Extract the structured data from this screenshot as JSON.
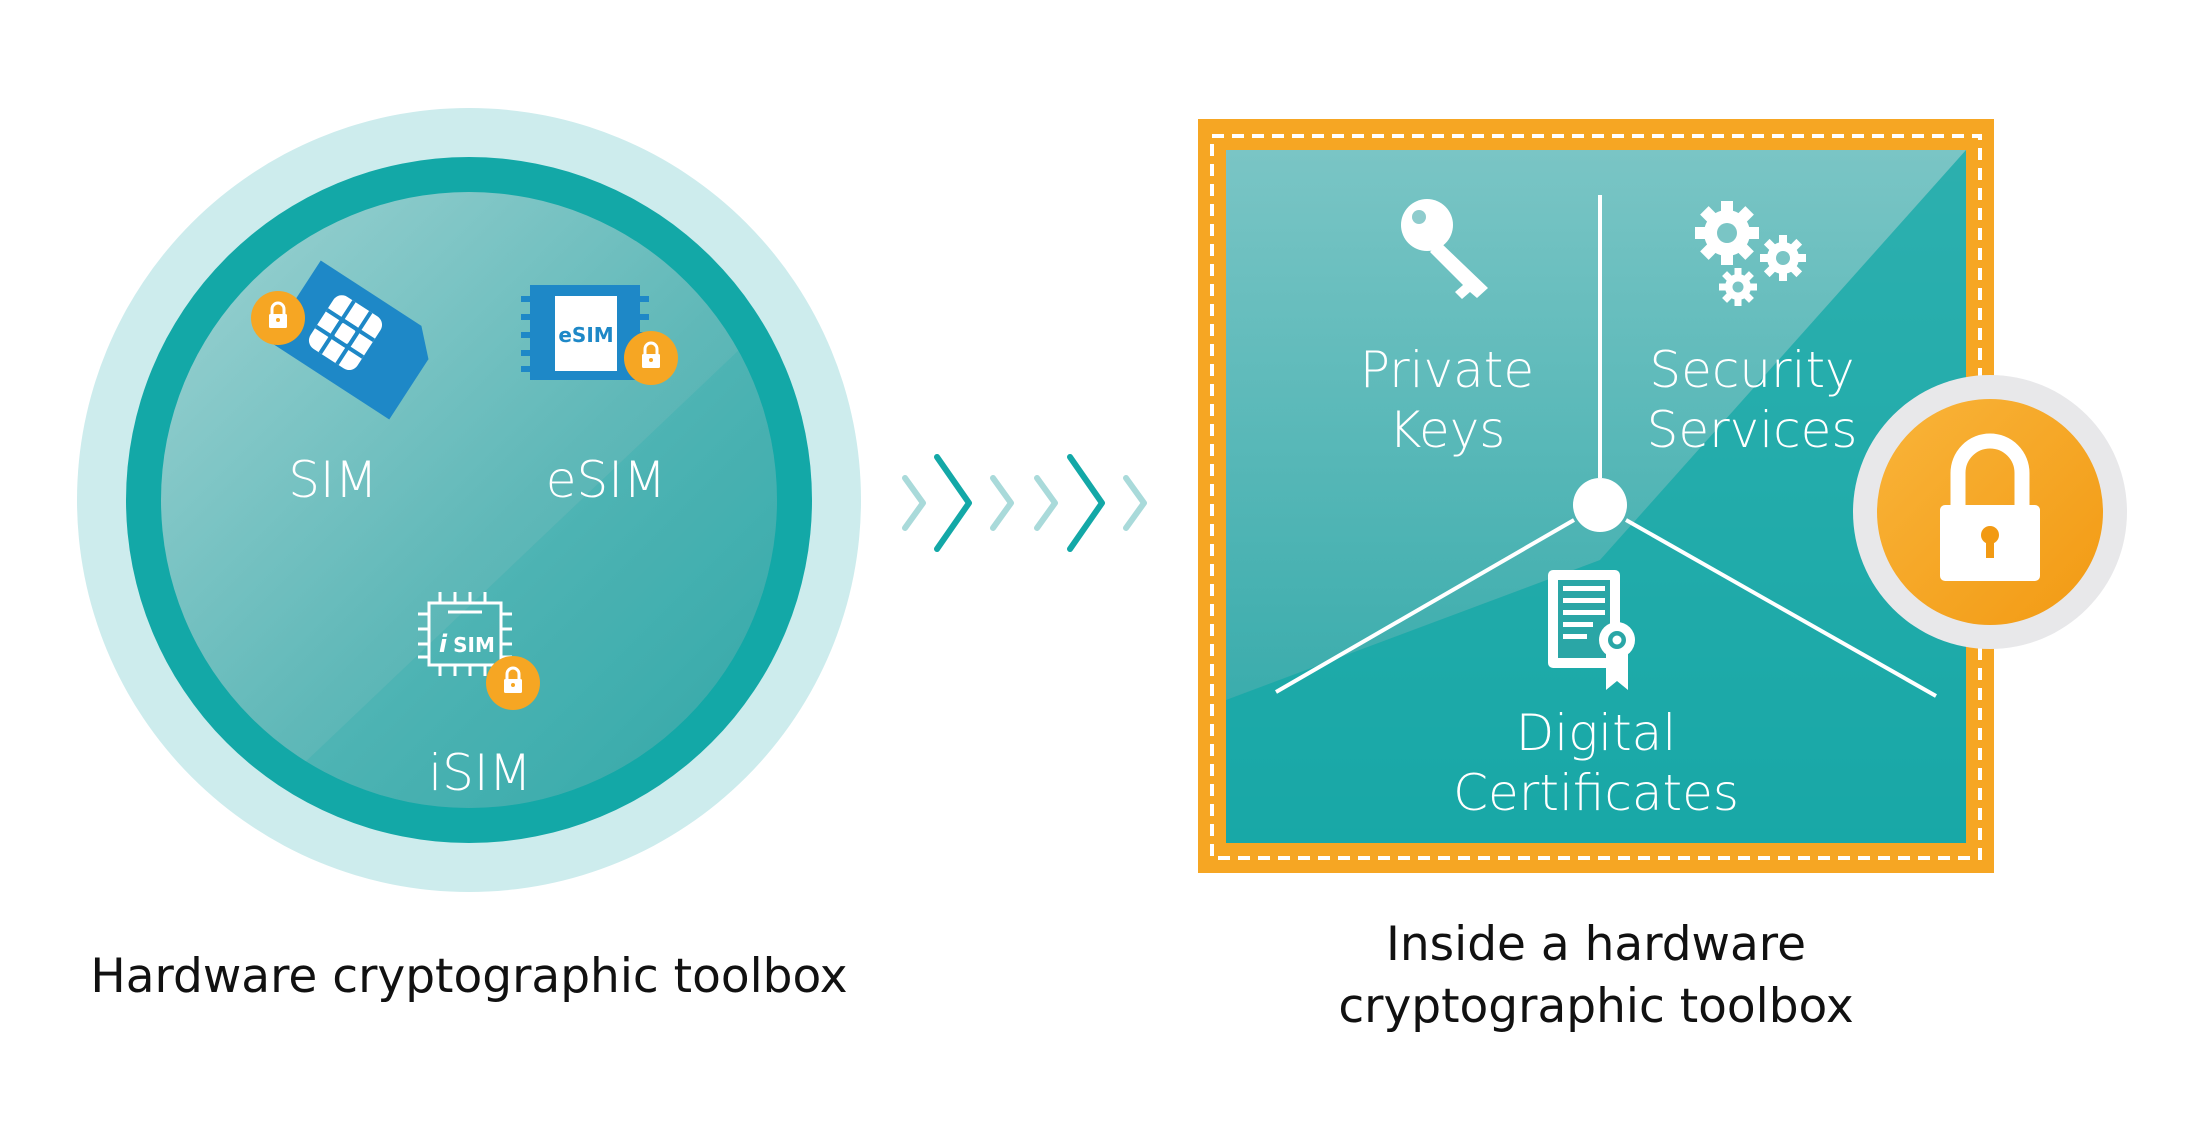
{
  "left": {
    "items": [
      {
        "label": "SIM"
      },
      {
        "label": "eSIM"
      },
      {
        "label": "iSIM"
      }
    ],
    "chip_labels": {
      "esim": "eSIM",
      "isim_i": "i",
      "isim_sim": "SIM"
    },
    "caption": "Hardware cryptographic toolbox"
  },
  "right": {
    "sections": {
      "private_keys": [
        "Private",
        "Keys"
      ],
      "security_services": [
        "Security",
        "Services"
      ],
      "digital_certificates": [
        "Digital",
        "Certificates"
      ]
    },
    "caption": [
      "Inside a hardware",
      "cryptographic toolbox"
    ]
  },
  "colors": {
    "teal": "#13a8a7",
    "teal_light": "#cdeced",
    "teal_pale": "#8ecccd",
    "orange": "#f6a623",
    "sim_blue": "#1e88c7",
    "white": "#ffffff",
    "text_dark": "#111111"
  },
  "icons": [
    "lock-icon",
    "sim-card-icon",
    "esim-chip-icon",
    "isim-chip-icon",
    "key-icon",
    "gears-icon",
    "certificate-icon",
    "chevron-right-icon"
  ]
}
